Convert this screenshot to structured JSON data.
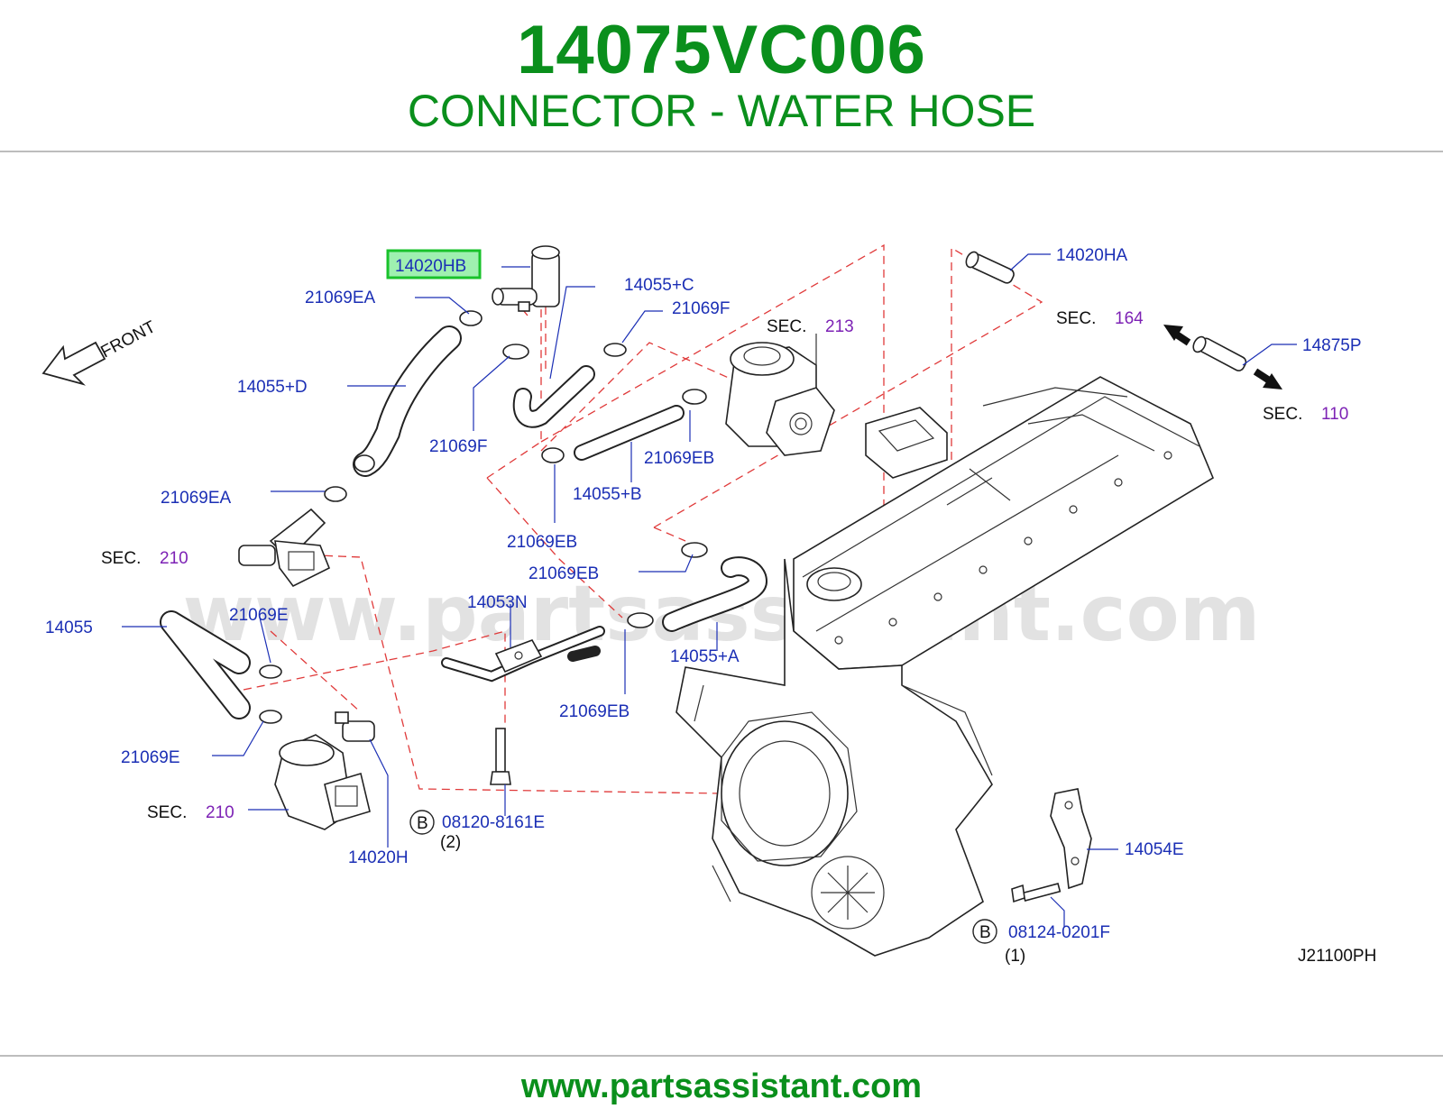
{
  "header": {
    "part_number": "14075VC006",
    "description": "CONNECTOR - WATER HOSE"
  },
  "diagram": {
    "watermark": "www.partsassistant.com",
    "front_label": "FRONT",
    "highlighted_part": "14020HB",
    "ref_code": "J21100PH",
    "colors": {
      "title": "#0a8f1c",
      "part_label": "#1b2fb5",
      "section_ref": "#7d22b5",
      "highlight": "#19c22b",
      "leader_dash": "#e03a3a"
    },
    "labels": {
      "p14020HB": "14020HB",
      "p21069EA_top": "21069EA",
      "p14055C": "14055+C",
      "p21069F_top": "21069F",
      "p14055D": "14055+D",
      "p21069F_low": "21069F",
      "p21069EB_b": "21069EB",
      "p14055B": "14055+B",
      "p21069EA_low": "21069EA",
      "p21069EB_c": "21069EB",
      "p21069EB_d": "21069EB",
      "p14053N": "14053N",
      "p14055": "14055",
      "p21069E_top": "21069E",
      "p14055A": "14055+A",
      "p21069EB_e": "21069EB",
      "p21069E_low": "21069E",
      "p14020H": "14020H",
      "p08120": "08120-8161E",
      "p08120_qty": "(2)",
      "p14020HA": "14020HA",
      "p14875P": "14875P",
      "p14054E": "14054E",
      "p08124": "08124-0201F",
      "p08124_qty": "(1)",
      "bolt_marker": "B"
    },
    "sections": {
      "sec_word": "SEC.",
      "s213": "213",
      "s164": "164",
      "s110": "110",
      "s210_a": "210",
      "s210_b": "210"
    }
  },
  "footer": {
    "url": "www.partsassistant.com"
  }
}
